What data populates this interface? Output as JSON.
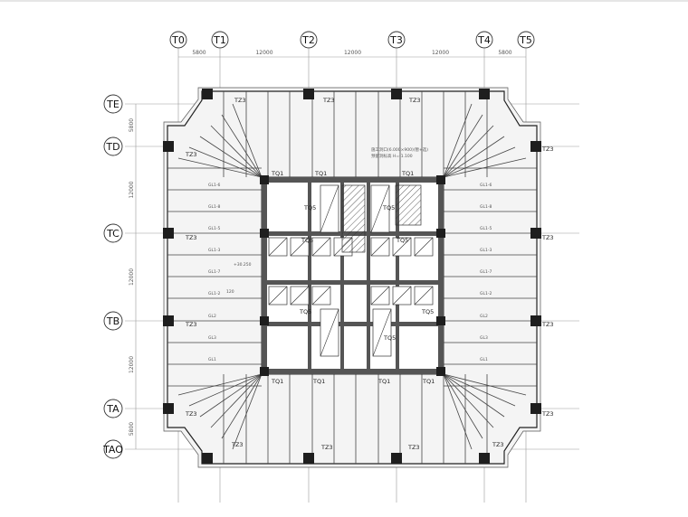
{
  "axes_x": [
    {
      "id": "T0",
      "label": "T0"
    },
    {
      "id": "T1",
      "label": "T1"
    },
    {
      "id": "T2",
      "label": "T2"
    },
    {
      "id": "T3",
      "label": "T3"
    },
    {
      "id": "T4",
      "label": "T4"
    },
    {
      "id": "T5",
      "label": "T5"
    }
  ],
  "axes_y": [
    {
      "id": "TE",
      "label": "TE"
    },
    {
      "id": "TD",
      "label": "TD"
    },
    {
      "id": "TC",
      "label": "TC"
    },
    {
      "id": "TB",
      "label": "TB"
    },
    {
      "id": "TA",
      "label": "TA"
    },
    {
      "id": "TA0",
      "label": "TAO"
    }
  ],
  "dims_x": [
    "5800",
    "12000",
    "12000",
    "12000",
    "5800"
  ],
  "dims_y": [
    "5800",
    "12000",
    "12000",
    "12000",
    "5800"
  ],
  "labels": {
    "tz": "TZ3",
    "tq1": "TQ1",
    "tq5": "TQ5",
    "level": "+30.250",
    "note1": "施工洞口(6.000×900)(暂+选)",
    "note2": "预留洞标高 H=-1.100",
    "beams": [
      "GL1-6",
      "GL1-8",
      "GL1-5",
      "GL1-3",
      "GL1-7",
      "GL1-2",
      "GL2",
      "GL3",
      "GL1"
    ],
    "l120": "120"
  }
}
